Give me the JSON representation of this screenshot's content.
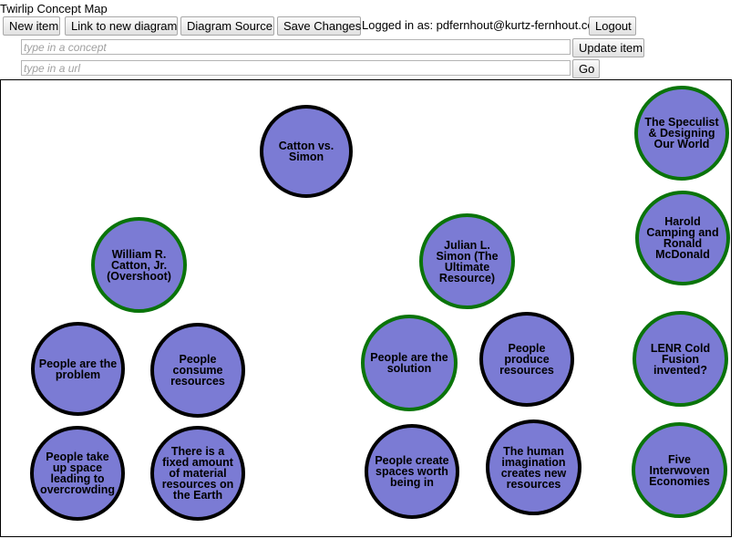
{
  "app": {
    "title": "Twirlip Concept Map"
  },
  "toolbar": {
    "new_item": "New item",
    "link_diagram": "Link to new diagram",
    "diagram_source": "Diagram Source",
    "save_changes": "Save Changes",
    "logged_in": "Logged in as: pdfernhout@kurtz-fernhout.com",
    "logout": "Logout"
  },
  "concept_input": {
    "placeholder": "type in a concept",
    "button": "Update item"
  },
  "url_input": {
    "placeholder": "type in a url",
    "button": "Go"
  },
  "colors": {
    "circle_fill": "#7b7bd4",
    "border_black": "#000000",
    "border_green": "#0a740a"
  },
  "concepts": [
    {
      "label": "Catton vs. Simon",
      "border": "black"
    },
    {
      "label": "The Speculist & Designing Our World",
      "border": "green"
    },
    {
      "label": "Harold Camping and Ronald McDonald",
      "border": "green"
    },
    {
      "label": "William R. Catton, Jr. (Overshoot)",
      "border": "green"
    },
    {
      "label": "Julian L. Simon (The Ultimate Resource)",
      "border": "green"
    },
    {
      "label": "People are the problem",
      "border": "black"
    },
    {
      "label": "People consume resources",
      "border": "black"
    },
    {
      "label": "People are the solution",
      "border": "green"
    },
    {
      "label": "People produce resources",
      "border": "black"
    },
    {
      "label": "LENR Cold Fusion invented?",
      "border": "green"
    },
    {
      "label": "People take up space leading to overcrowding",
      "border": "black"
    },
    {
      "label": "There is a fixed amount of material resources on the Earth",
      "border": "black"
    },
    {
      "label": "People create spaces worth being in",
      "border": "black"
    },
    {
      "label": "The human imagination creates new resources",
      "border": "black"
    },
    {
      "label": "Five Interwoven Economies",
      "border": "green"
    }
  ]
}
